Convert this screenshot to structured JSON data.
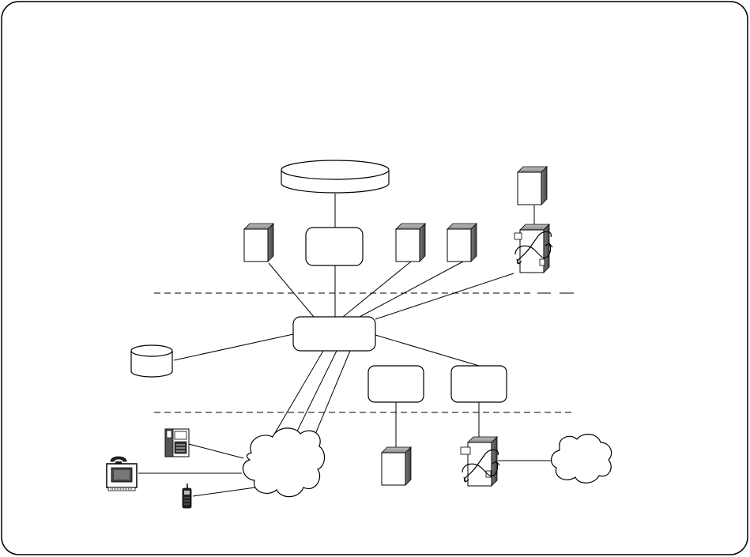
{
  "diagram": {
    "kind": "network-architecture",
    "text_labels": [],
    "nodes": [
      {
        "id": "database-top",
        "shape": "cylinder"
      },
      {
        "id": "server-left",
        "shape": "server-tower"
      },
      {
        "id": "gateway-box",
        "shape": "rounded-rect"
      },
      {
        "id": "server-mid-1",
        "shape": "server-tower"
      },
      {
        "id": "server-mid-2",
        "shape": "server-tower"
      },
      {
        "id": "server-top-right",
        "shape": "server-tower"
      },
      {
        "id": "router-top",
        "shape": "router"
      },
      {
        "id": "central-switch",
        "shape": "rounded-rect"
      },
      {
        "id": "database-left",
        "shape": "cylinder"
      },
      {
        "id": "box-lower-1",
        "shape": "rounded-rect"
      },
      {
        "id": "box-lower-2",
        "shape": "rounded-rect"
      },
      {
        "id": "access-cloud",
        "shape": "cloud"
      },
      {
        "id": "external-cloud",
        "shape": "cloud"
      },
      {
        "id": "server-bottom",
        "shape": "server-tower"
      },
      {
        "id": "router-bottom",
        "shape": "router"
      },
      {
        "id": "fax-device",
        "shape": "fax"
      },
      {
        "id": "terminal-phone",
        "shape": "computer-terminal"
      },
      {
        "id": "mobile-phone",
        "shape": "mobile-phone"
      }
    ],
    "edges": [
      [
        "database-top",
        "gateway-box"
      ],
      [
        "server-left",
        "central-switch"
      ],
      [
        "gateway-box",
        "central-switch"
      ],
      [
        "server-mid-1",
        "central-switch"
      ],
      [
        "server-mid-2",
        "central-switch"
      ],
      [
        "router-top",
        "central-switch"
      ],
      [
        "server-top-right",
        "router-top"
      ],
      [
        "database-left",
        "central-switch"
      ],
      [
        "central-switch",
        "box-lower-2"
      ],
      [
        "central-switch",
        "access-cloud"
      ],
      [
        "central-switch",
        "access-cloud"
      ],
      [
        "central-switch",
        "access-cloud"
      ],
      [
        "box-lower-1",
        "server-bottom"
      ],
      [
        "box-lower-2",
        "router-bottom"
      ],
      [
        "router-bottom",
        "external-cloud"
      ],
      [
        "fax-device",
        "access-cloud"
      ],
      [
        "terminal-phone",
        "access-cloud"
      ],
      [
        "mobile-phone",
        "access-cloud"
      ]
    ],
    "separators": 2
  }
}
